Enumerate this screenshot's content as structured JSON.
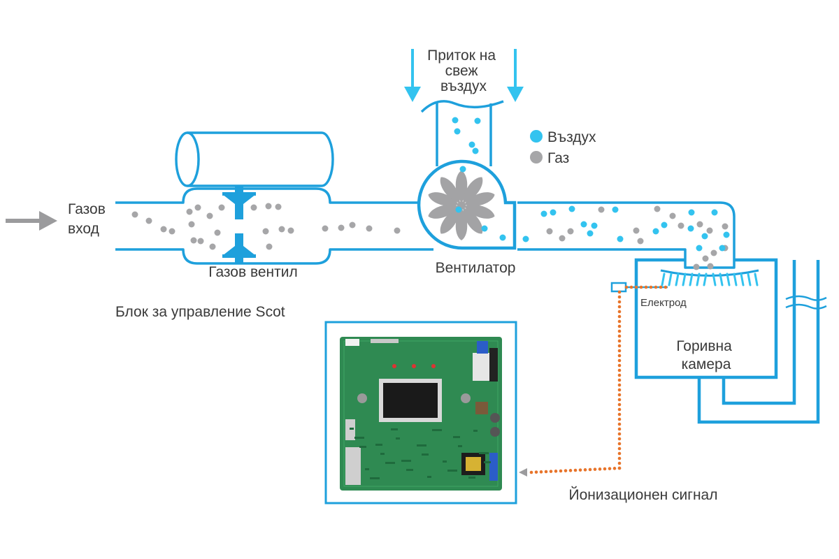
{
  "labels": {
    "gas_inlet": [
      "Газов",
      "вход"
    ],
    "gas_valve": "Газов вентил",
    "control_unit": "Блок за управление Scot",
    "fresh_air": [
      "Приток на",
      "свеж",
      "въздух"
    ],
    "fan": "Вентилатор",
    "electrode": "Електрод",
    "combustion_chamber": [
      "Горивна",
      "камера"
    ],
    "ionization_signal": "Йонизационен сигнал"
  },
  "legend": {
    "items": [
      {
        "label": "Въздух",
        "color": "#33c3ef"
      },
      {
        "label": "Газ",
        "color": "#a6a6a8"
      }
    ]
  },
  "colors": {
    "pipe": "#1ea0dc",
    "air": "#33c3ef",
    "gas": "#a6a6a8",
    "signal": "#e8742a",
    "arrow_gray": "#9b9b9d",
    "pcb": "#2f8a52"
  },
  "icons": {
    "fan": "fan-icon",
    "valve": "gas-valve-icon",
    "burner": "burner-icon",
    "electrode": "electrode-icon",
    "board": "control-board-icon"
  }
}
